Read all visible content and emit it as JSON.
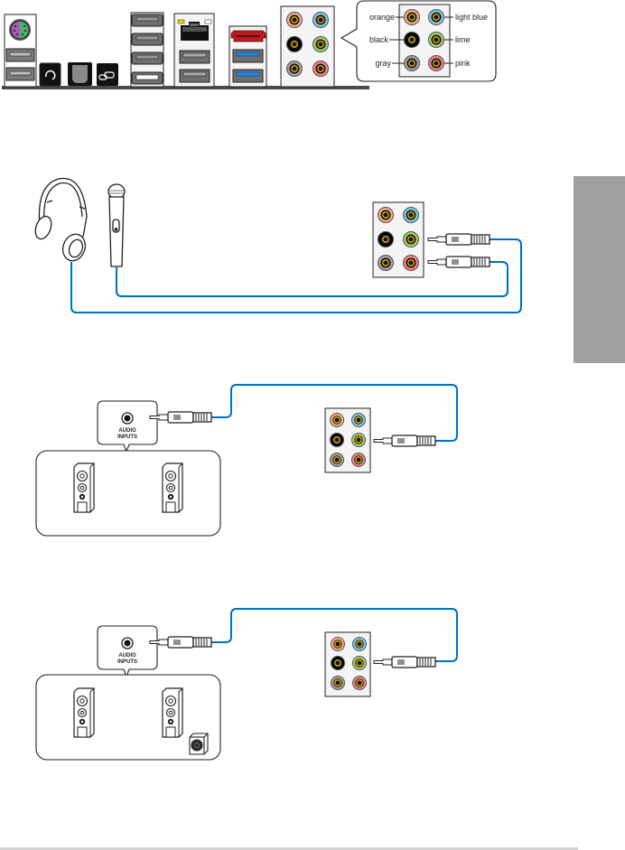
{
  "rear_panel": {
    "ports": [
      {
        "name": "ps2-keyboard-mouse-port",
        "color": "#9b59b6"
      },
      {
        "name": "usb-2-ports-left"
      },
      {
        "name": "clear-cmos-button"
      },
      {
        "name": "optical-spdif-out"
      },
      {
        "name": "usb-bios-flashback"
      },
      {
        "name": "usb-2-stack"
      },
      {
        "name": "lan-rj45-port"
      },
      {
        "name": "esata-port",
        "color": "#c1272d"
      },
      {
        "name": "usb-3-ports",
        "color": "#1e88e5"
      },
      {
        "name": "audio-jack-panel"
      }
    ]
  },
  "audio_legend": {
    "left_labels": [
      "orange",
      "black",
      "gray"
    ],
    "right_labels": [
      "light blue",
      "lime",
      "pink"
    ],
    "jack_colors": {
      "orange": "#f4a98a",
      "light blue": "#7ec8e8",
      "black": "#000000",
      "lime": "#9fcf6b",
      "gray": "#a0a0a0",
      "pink": "#ef7f8c"
    },
    "ring_color": "#e6b800"
  },
  "section1": {
    "devices": [
      "headphone",
      "microphone"
    ],
    "connected_jacks": [
      "lime",
      "pink"
    ]
  },
  "section2": {
    "speaker_box_label_line1": "AUDIO",
    "speaker_box_label_line2": "INPUTS",
    "speakers": 2,
    "connected_jack": "lime"
  },
  "section3": {
    "speaker_box_label_line1": "AUDIO",
    "speaker_box_label_line2": "INPUTS",
    "speakers": 2,
    "subwoofer": true,
    "connected_jack": "lime"
  },
  "colors": {
    "cable": "#0070c0",
    "side_tab": "#a0a0a0",
    "outline": "#231f20"
  }
}
